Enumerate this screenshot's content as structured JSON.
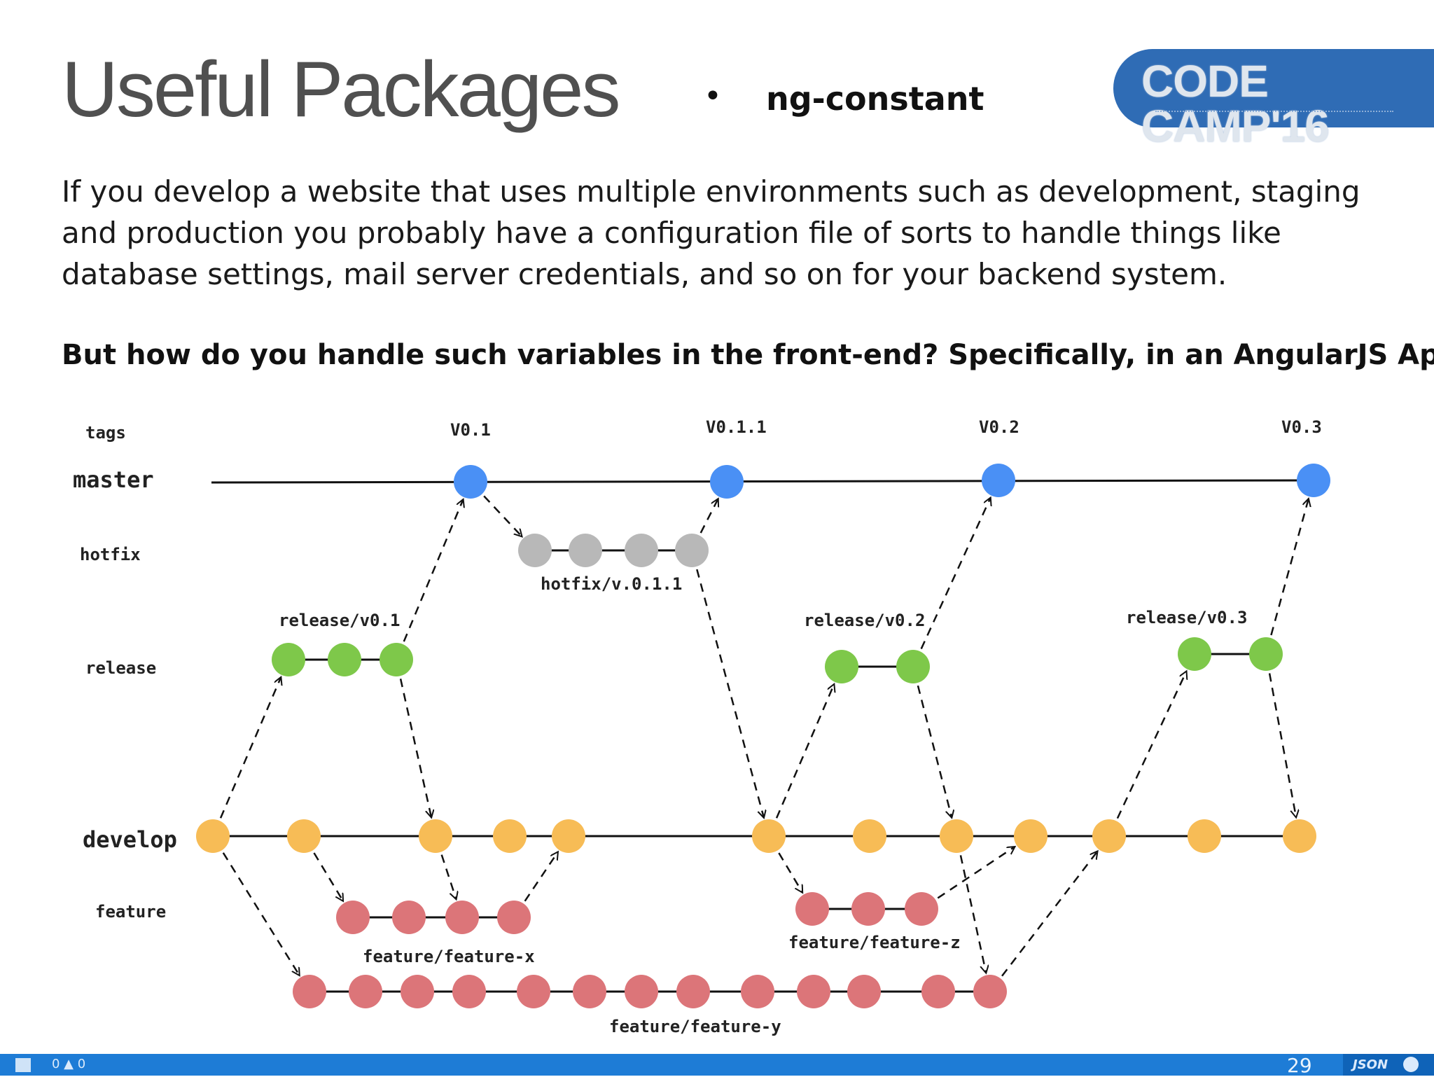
{
  "slide": {
    "title": "Useful Packages",
    "bullet": "•",
    "package": "ng-constant",
    "logo_text": "CODE CAMP'16",
    "paragraph": "If you develop a website that uses multiple environments such as development, staging and production you probably have a configuration file of sorts to handle things like database settings, mail server credentials, and so on for your backend system.",
    "question": "But how do you handle such variables in the front-end? Specifically, in an AngularJS App?"
  },
  "diagram": {
    "lane_labels": [
      "tags",
      "master",
      "hotfix",
      "release",
      "develop",
      "feature"
    ],
    "tags": [
      "V0.1",
      "V0.1.1",
      "V0.2",
      "V0.3"
    ],
    "branch_labels": [
      "hotfix/v.0.1.1",
      "release/v0.1",
      "release/v0.2",
      "release/v0.3",
      "feature/feature-x",
      "feature/feature-z",
      "feature/feature-y"
    ],
    "colors": {
      "master": "#4a90f5",
      "hotfix": "#b8b8b8",
      "release": "#7ec84a",
      "develop": "#f7bc56",
      "feature": "#dc7579"
    }
  },
  "statusbar": {
    "errors": "0 ▲ 0",
    "page_number": "29",
    "format": "JSON"
  }
}
